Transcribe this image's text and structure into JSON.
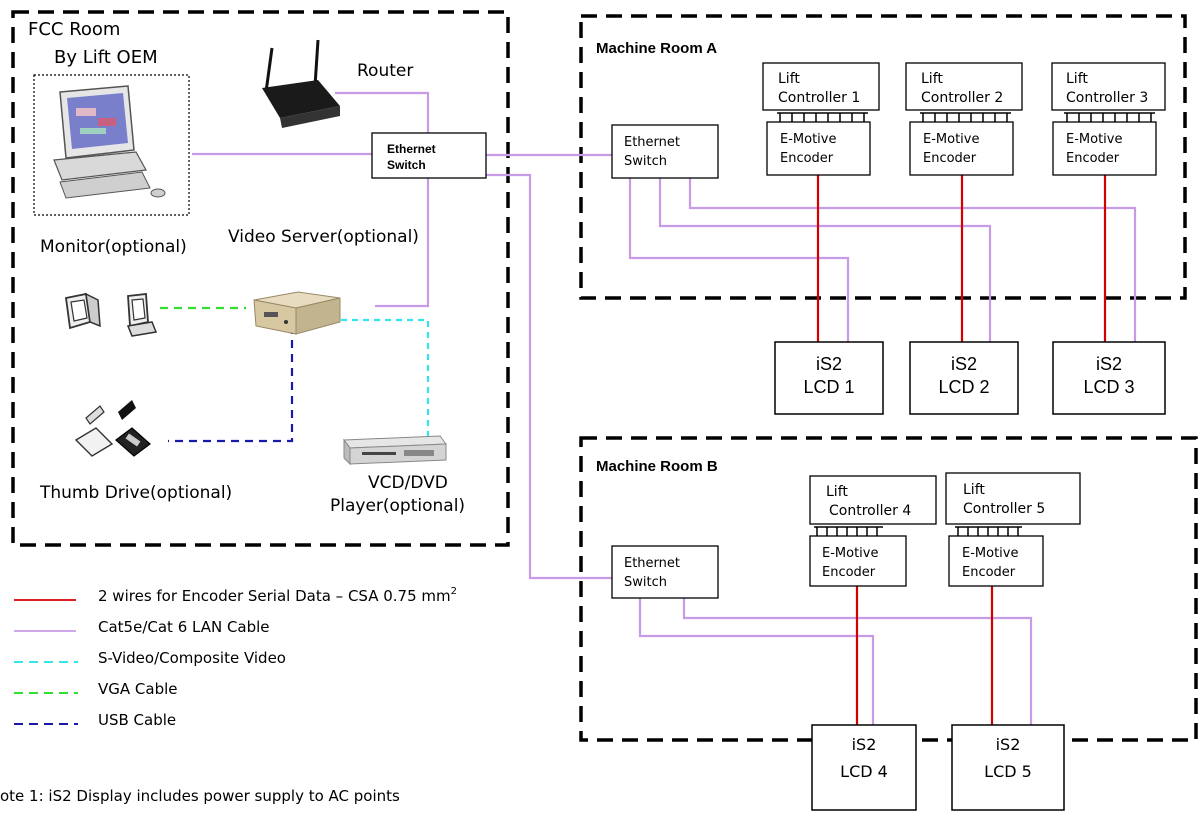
{
  "fcc_room": {
    "title": "FCC Room",
    "oem_label": "By Lift OEM",
    "router_label": "Router",
    "switch_label_line1": "Ethernet",
    "switch_label_line2": "Switch",
    "monitor_label": "Monitor(optional)",
    "video_server_label": "Video Server(optional)",
    "thumb_drive_label": "Thumb Drive(optional)",
    "player_label_line1": "VCD/DVD",
    "player_label_line2": "Player(optional)"
  },
  "machine_room_a": {
    "title": "Machine Room A",
    "switch_line1": "Ethernet",
    "switch_line2": "Switch",
    "controllers": [
      {
        "line1": "Lift",
        "line2": "Controller 1"
      },
      {
        "line1": "Lift",
        "line2": "Controller 2"
      },
      {
        "line1": "Lift",
        "line2": "Controller 3"
      }
    ],
    "encoders": [
      {
        "line1": "E-Motive",
        "line2": "Encoder"
      },
      {
        "line1": "E-Motive",
        "line2": "Encoder"
      },
      {
        "line1": "E-Motive",
        "line2": "Encoder"
      }
    ],
    "displays": [
      {
        "line1": "iS2",
        "line2": "LCD 1"
      },
      {
        "line1": "iS2",
        "line2": "LCD 2"
      },
      {
        "line1": "iS2",
        "line2": "LCD 3"
      }
    ]
  },
  "machine_room_b": {
    "title": "Machine Room B",
    "switch_line1": "Ethernet",
    "switch_line2": "Switch",
    "controllers": [
      {
        "line1": "Lift",
        "line2": "Controller 4"
      },
      {
        "line1": "Lift",
        "line2": "Controller 5"
      }
    ],
    "encoders": [
      {
        "line1": "E-Motive",
        "line2": "Encoder"
      },
      {
        "line1": "E-Motive",
        "line2": "Encoder"
      }
    ],
    "displays": [
      {
        "line1": "iS2",
        "line2": "LCD 4"
      },
      {
        "line1": "iS2",
        "line2": "LCD 5"
      }
    ]
  },
  "legend": [
    {
      "label": "2 wires for Encoder Serial Data – CSA 0.75 mm",
      "superscript": "2",
      "color": "#d40000",
      "style": "solid"
    },
    {
      "label": "Cat5e/Cat 6 LAN Cable",
      "color": "#c89be6",
      "style": "solid"
    },
    {
      "label": "S-Video/Composite Video",
      "color": "#33e6ee",
      "style": "dashed"
    },
    {
      "label": "VGA Cable",
      "color": "#33dd33",
      "style": "dashed"
    },
    {
      "label": "USB Cable",
      "color": "#1a1aa8",
      "style": "dashed"
    }
  ],
  "note": "ote 1: iS2 Display includes power supply to AC points",
  "colors": {
    "encoder_wire": "#d40000",
    "lan_cable": "#c89be6",
    "video_cable": "#33e6ee",
    "vga_cable": "#33dd33",
    "usb_cable": "#1a1aa8"
  }
}
